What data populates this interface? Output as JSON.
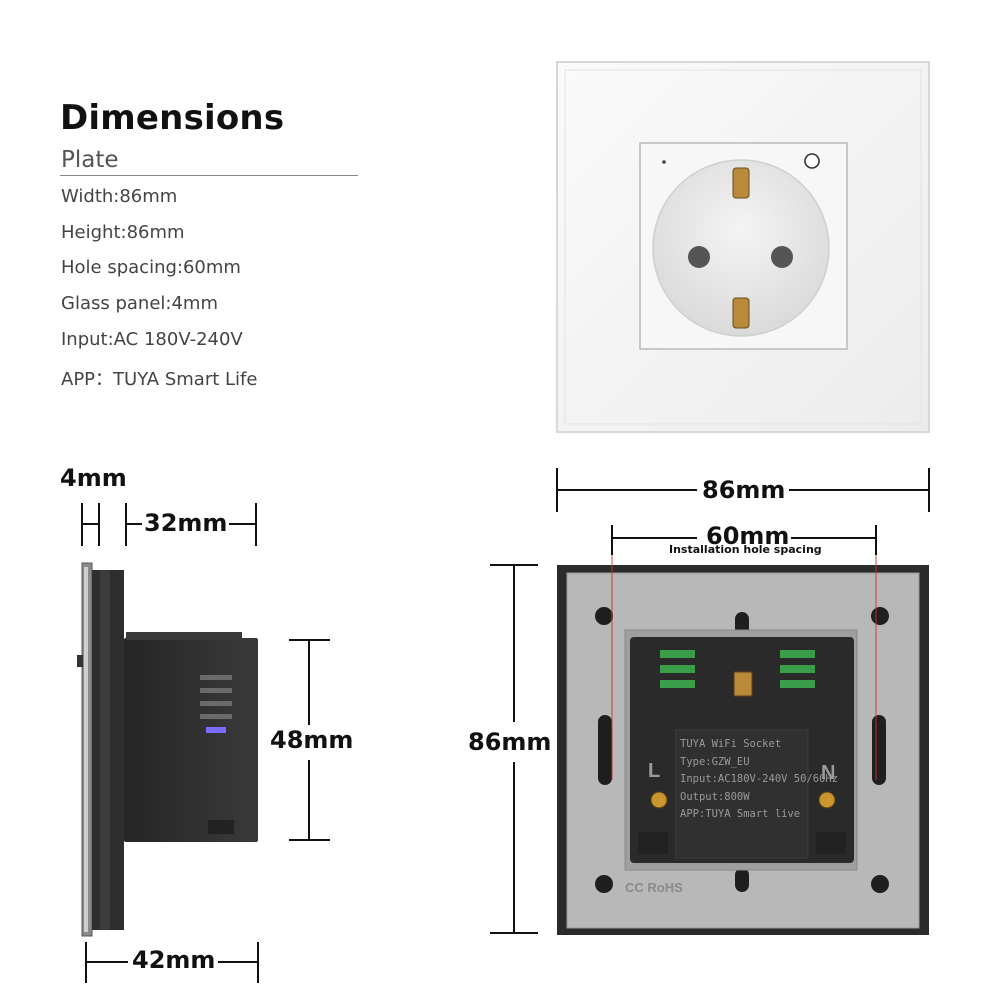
{
  "heading": {
    "title": "Dimensions",
    "subtitle": "Plate"
  },
  "specs": [
    "Width:86mm",
    "Height:86mm",
    "Hole spacing:60mm",
    "Glass panel:4mm",
    "Input:AC 180V-240V",
    "APP：TUYA Smart Life"
  ],
  "side_view": {
    "glass_thickness": "4mm",
    "body_depth": "32mm",
    "module_height": "48mm",
    "total_depth": "42mm"
  },
  "back_view": {
    "width": "86mm",
    "height": "86mm",
    "hole_spacing": "60mm",
    "hole_spacing_caption": "Installation hole spacing",
    "label_lines": [
      "TUYA WiFi Socket",
      "Type:GZW_EU",
      "Input:AC180V-240V 50/60Hz",
      "Output:800W",
      "APP:TUYA Smart live"
    ],
    "terminal_left": "L",
    "terminal_right": "N",
    "cert_mark": "CC RoHS"
  },
  "colors": {
    "frame": "#2b2b2b",
    "back_plate": "#b8b8b8",
    "module": "#2c2c2c",
    "glass_front": "#f4f4f4",
    "socket": "#ececec"
  }
}
